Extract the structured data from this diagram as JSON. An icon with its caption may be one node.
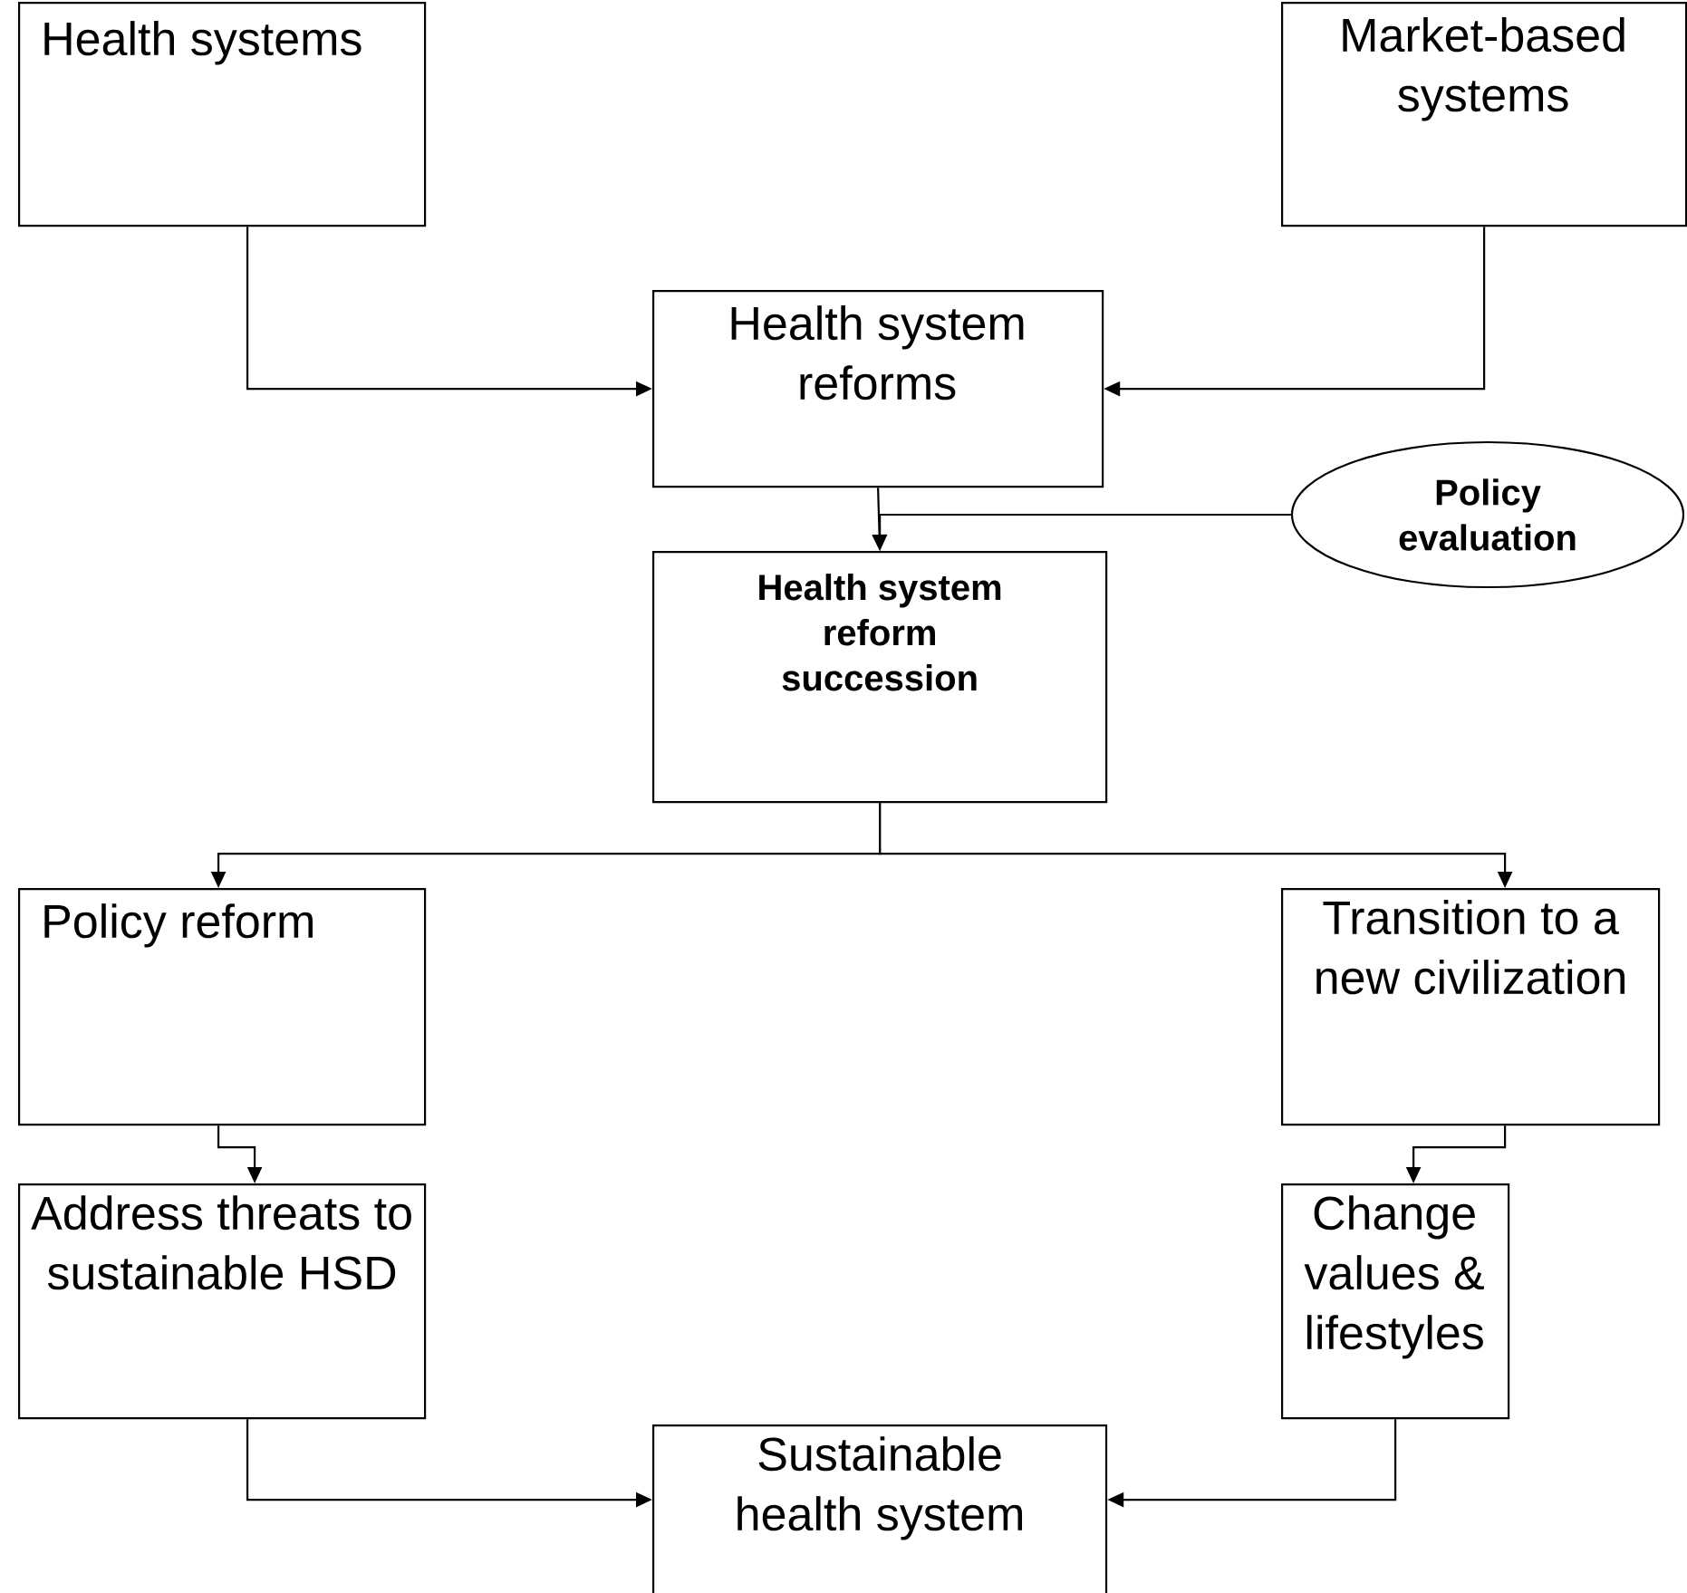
{
  "diagram": {
    "nodes": [
      {
        "text": [
          "Health systems"
        ]
      },
      {
        "text": [
          "Market-based systems"
        ]
      },
      {
        "text": [
          "Health system reforms"
        ]
      },
      {
        "text": [
          "Policy evaluation"
        ]
      },
      {
        "text": [
          "Health system reform succession"
        ]
      },
      {
        "text": [
          "Policy reform"
        ]
      },
      {
        "text": [
          "Transition to a new civilization"
        ]
      },
      {
        "text": [
          "Address threats to sustainable HSD"
        ]
      },
      {
        "text": [
          "Change values & lifestyles"
        ]
      },
      {
        "text": [
          "Sustainable health system"
        ]
      }
    ],
    "edges": [
      {
        "from": 0,
        "to": 2,
        "arrow": "to"
      },
      {
        "from": 1,
        "to": 2,
        "arrow": "to"
      },
      {
        "from": 2,
        "to": 4,
        "arrow": "to"
      },
      {
        "from": 3,
        "to": 4,
        "arrow": "to"
      },
      {
        "from": 4,
        "to": 5,
        "arrow": "to"
      },
      {
        "from": 4,
        "to": 6,
        "arrow": "to"
      },
      {
        "from": 5,
        "to": 7,
        "arrow": "to"
      },
      {
        "from": 6,
        "to": 8,
        "arrow": "to"
      },
      {
        "from": 7,
        "to": 9,
        "arrow": "to"
      },
      {
        "from": 8,
        "to": 9,
        "arrow": "to"
      }
    ]
  }
}
